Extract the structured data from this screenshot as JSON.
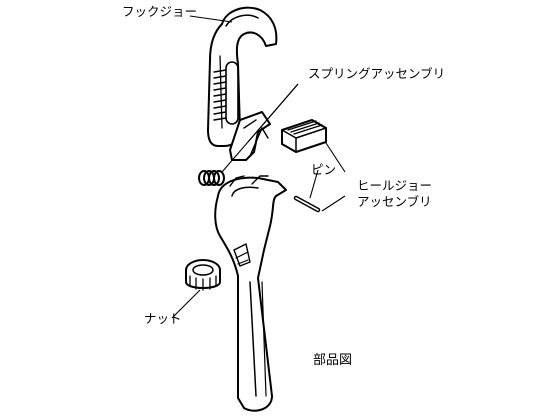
{
  "labels": {
    "hook_jaw": "フックジョー",
    "spring_assembly": "スプリングアッセンブリ",
    "pin": "ピン",
    "heel_jaw_assembly_line1": "ヒールジョー",
    "heel_jaw_assembly_line2": "アッセンブリ",
    "nut": "ナット",
    "caption": "部品図"
  }
}
